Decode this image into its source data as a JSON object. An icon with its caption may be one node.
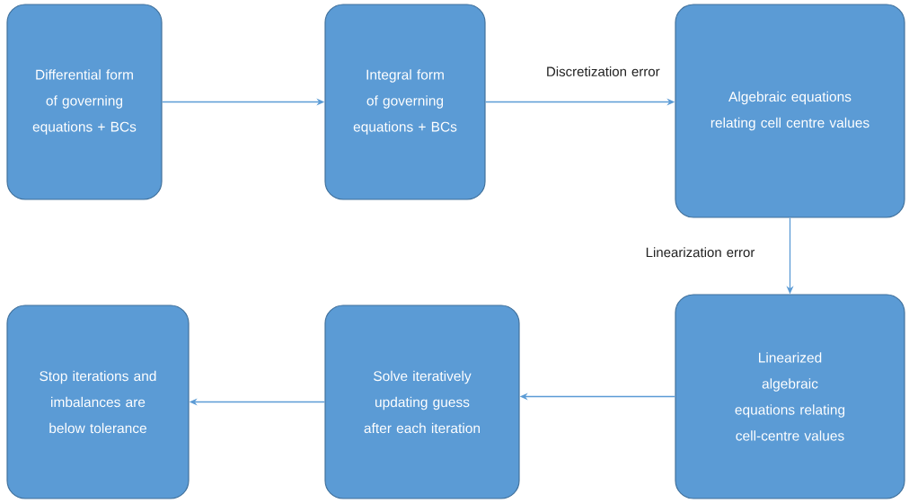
{
  "diagram": {
    "nodes": [
      {
        "text": [
          "Differential form of governing equations + BCs"
        ]
      },
      {
        "text": [
          "Integral form of governing equations + BCs"
        ]
      },
      {
        "text": [
          "Algebraic equations relating cell centre values"
        ]
      },
      {
        "text": [
          "Linearized algebraic equations relating cell-centre values"
        ]
      },
      {
        "text": [
          "Solve iteratively updating guess after each iteration"
        ]
      },
      {
        "text": [
          "Stop iterations and imbalances are below tolerance"
        ]
      }
    ],
    "edges": [
      {
        "from": 0,
        "to": 1,
        "arrow": "to"
      },
      {
        "from": 1,
        "to": 2,
        "arrow": "to",
        "label": "Discretization error"
      },
      {
        "from": 2,
        "to": 3,
        "arrow": "to",
        "label": "Linearization error"
      },
      {
        "from": 3,
        "to": 4,
        "arrow": "to"
      },
      {
        "from": 4,
        "to": 5,
        "arrow": "to"
      }
    ]
  }
}
